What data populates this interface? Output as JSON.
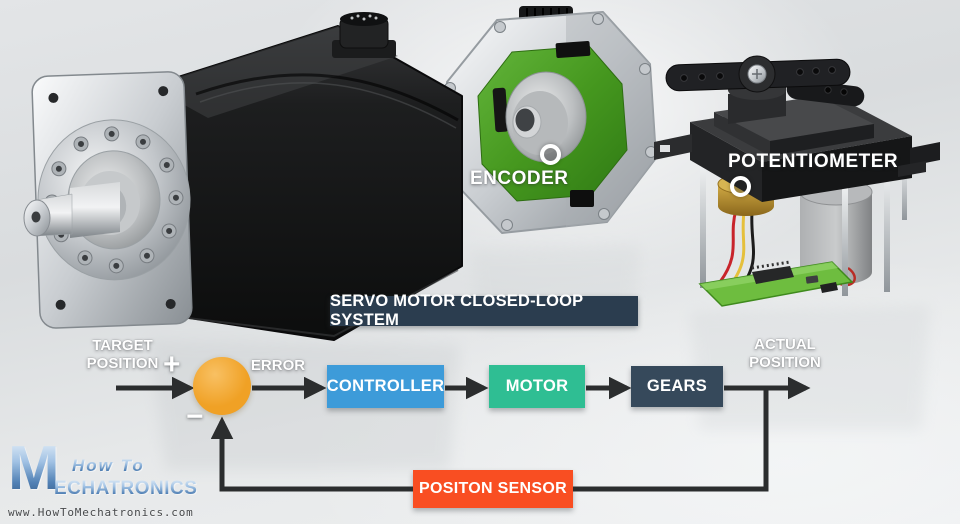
{
  "scene": {
    "title": "SERVO MOTOR CLOSED-LOOP SYSTEM",
    "part_labels": {
      "encoder": "ENCODER",
      "potentiometer": "POTENTIOMETER"
    },
    "illustrations": [
      "industrial-servo-motor",
      "encoder-module",
      "hobby-servo-potentiometer"
    ]
  },
  "diagram": {
    "title_bar_color": "#2B3D4F",
    "input_label": "TARGET POSITION",
    "plus_sign": "+",
    "minus_sign": "−",
    "error_label": "ERROR",
    "output_label": "ACTUAL POSITION",
    "sum_junction_color": "#F0A125",
    "arrow_color": "#2B2D2E",
    "blocks": {
      "controller": {
        "label": "CONTROLLER",
        "color": "#3D9BD9"
      },
      "motor": {
        "label": "MOTOR",
        "color": "#2FBE93"
      },
      "gears": {
        "label": "GEARS",
        "color": "#36495B"
      },
      "position_sensor": {
        "label": "POSITON SENSOR",
        "color": "#F94E22"
      }
    }
  },
  "branding": {
    "logo_m": "M",
    "logo_line1": "How To",
    "logo_line2": "ECHATRONICS",
    "website": "www.HowToMechatronics.com"
  }
}
